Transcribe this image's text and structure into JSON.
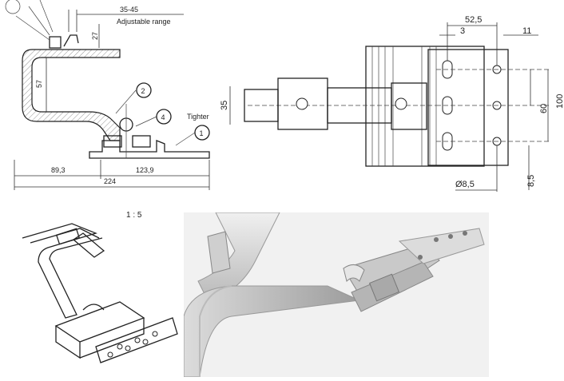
{
  "side_view": {
    "dims": {
      "range": "35-45",
      "range_label": "Adjustable range",
      "d27": "27",
      "d57": "57",
      "d89": "89,3",
      "d123": "123,9",
      "d224": "224"
    },
    "callouts": [
      "2",
      "4",
      "1"
    ],
    "tighten_label": "Tighter"
  },
  "front_view": {
    "dims": {
      "d52": "52,5",
      "d3": "3",
      "d11": "11",
      "d35": "35",
      "d60": "60",
      "d100": "100",
      "d85": "8,5",
      "hole": "Ø8,5"
    }
  },
  "iso_view": {
    "scale_label": "1 : 5"
  }
}
